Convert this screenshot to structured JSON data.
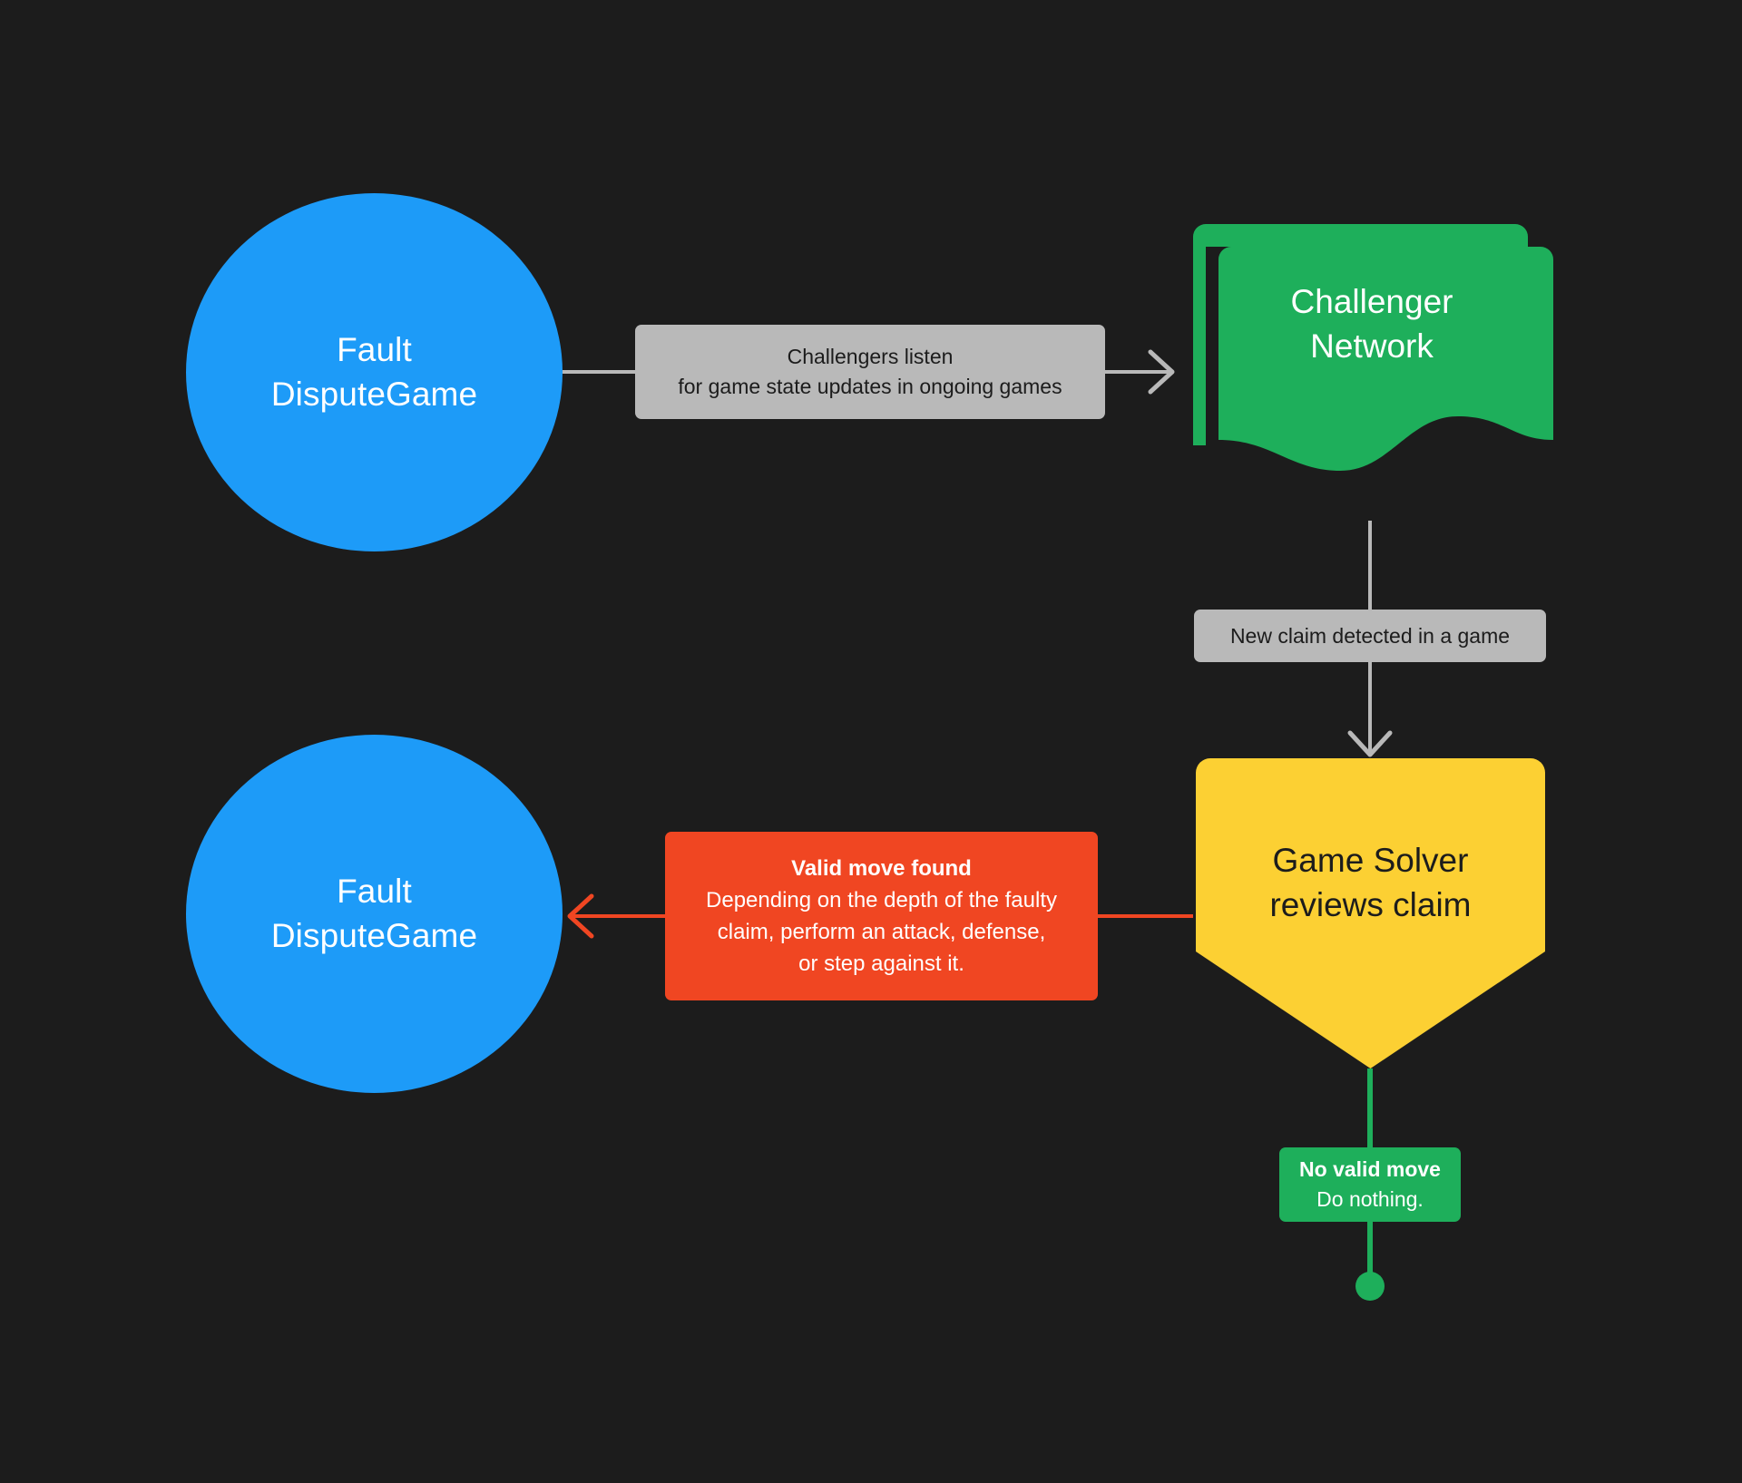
{
  "diagram": {
    "title": "Fault Dispute Game challenger flow",
    "background_color": "#1c1c1c",
    "nodes": {
      "fault_dispute_game_top": {
        "label_line1": "Fault",
        "label_line2": "DisputeGame",
        "shape": "circle",
        "color": "#1d9bf8",
        "text_color": "#ffffff"
      },
      "challenger_network": {
        "label_line1": "Challenger",
        "label_line2": "Network",
        "shape": "multi-document",
        "color": "#1eaf5b",
        "text_color": "#ffffff"
      },
      "game_solver": {
        "label_line1": "Game Solver",
        "label_line2": "reviews claim",
        "shape": "pentagon-down",
        "color": "#fcd033",
        "text_color": "#1c1c1c"
      },
      "fault_dispute_game_bottom": {
        "label_line1": "Fault",
        "label_line2": "DisputeGame",
        "shape": "circle",
        "color": "#1d9bf8",
        "text_color": "#ffffff"
      }
    },
    "edges": {
      "listen": {
        "label_line1": "Challengers listen",
        "label_line2": "for game state updates in ongoing games",
        "color": "#b9b9b9",
        "label_bg": "#b9b9b9",
        "label_text_color": "#1c1c1c",
        "arrow": "open-chevron-right"
      },
      "new_claim": {
        "label_line1": "New claim detected in a game",
        "color": "#b9b9b9",
        "label_bg": "#b9b9b9",
        "label_text_color": "#1c1c1c",
        "arrow": "open-chevron-down"
      },
      "valid_move": {
        "label_heading": "Valid move found",
        "label_line1": "Depending on the depth of the faulty",
        "label_line2": "claim, perform an attack, defense,",
        "label_line3": "or step against it.",
        "color": "#f04622",
        "label_bg": "#f04622",
        "label_text_color": "#ffffff",
        "arrow": "open-chevron-left"
      },
      "no_valid_move": {
        "label_heading": "No valid move",
        "label_line1": "Do nothing.",
        "color": "#1eaf5b",
        "label_bg": "#1eaf5b",
        "label_text_color": "#ffffff",
        "arrow": "terminal-dot"
      }
    }
  }
}
